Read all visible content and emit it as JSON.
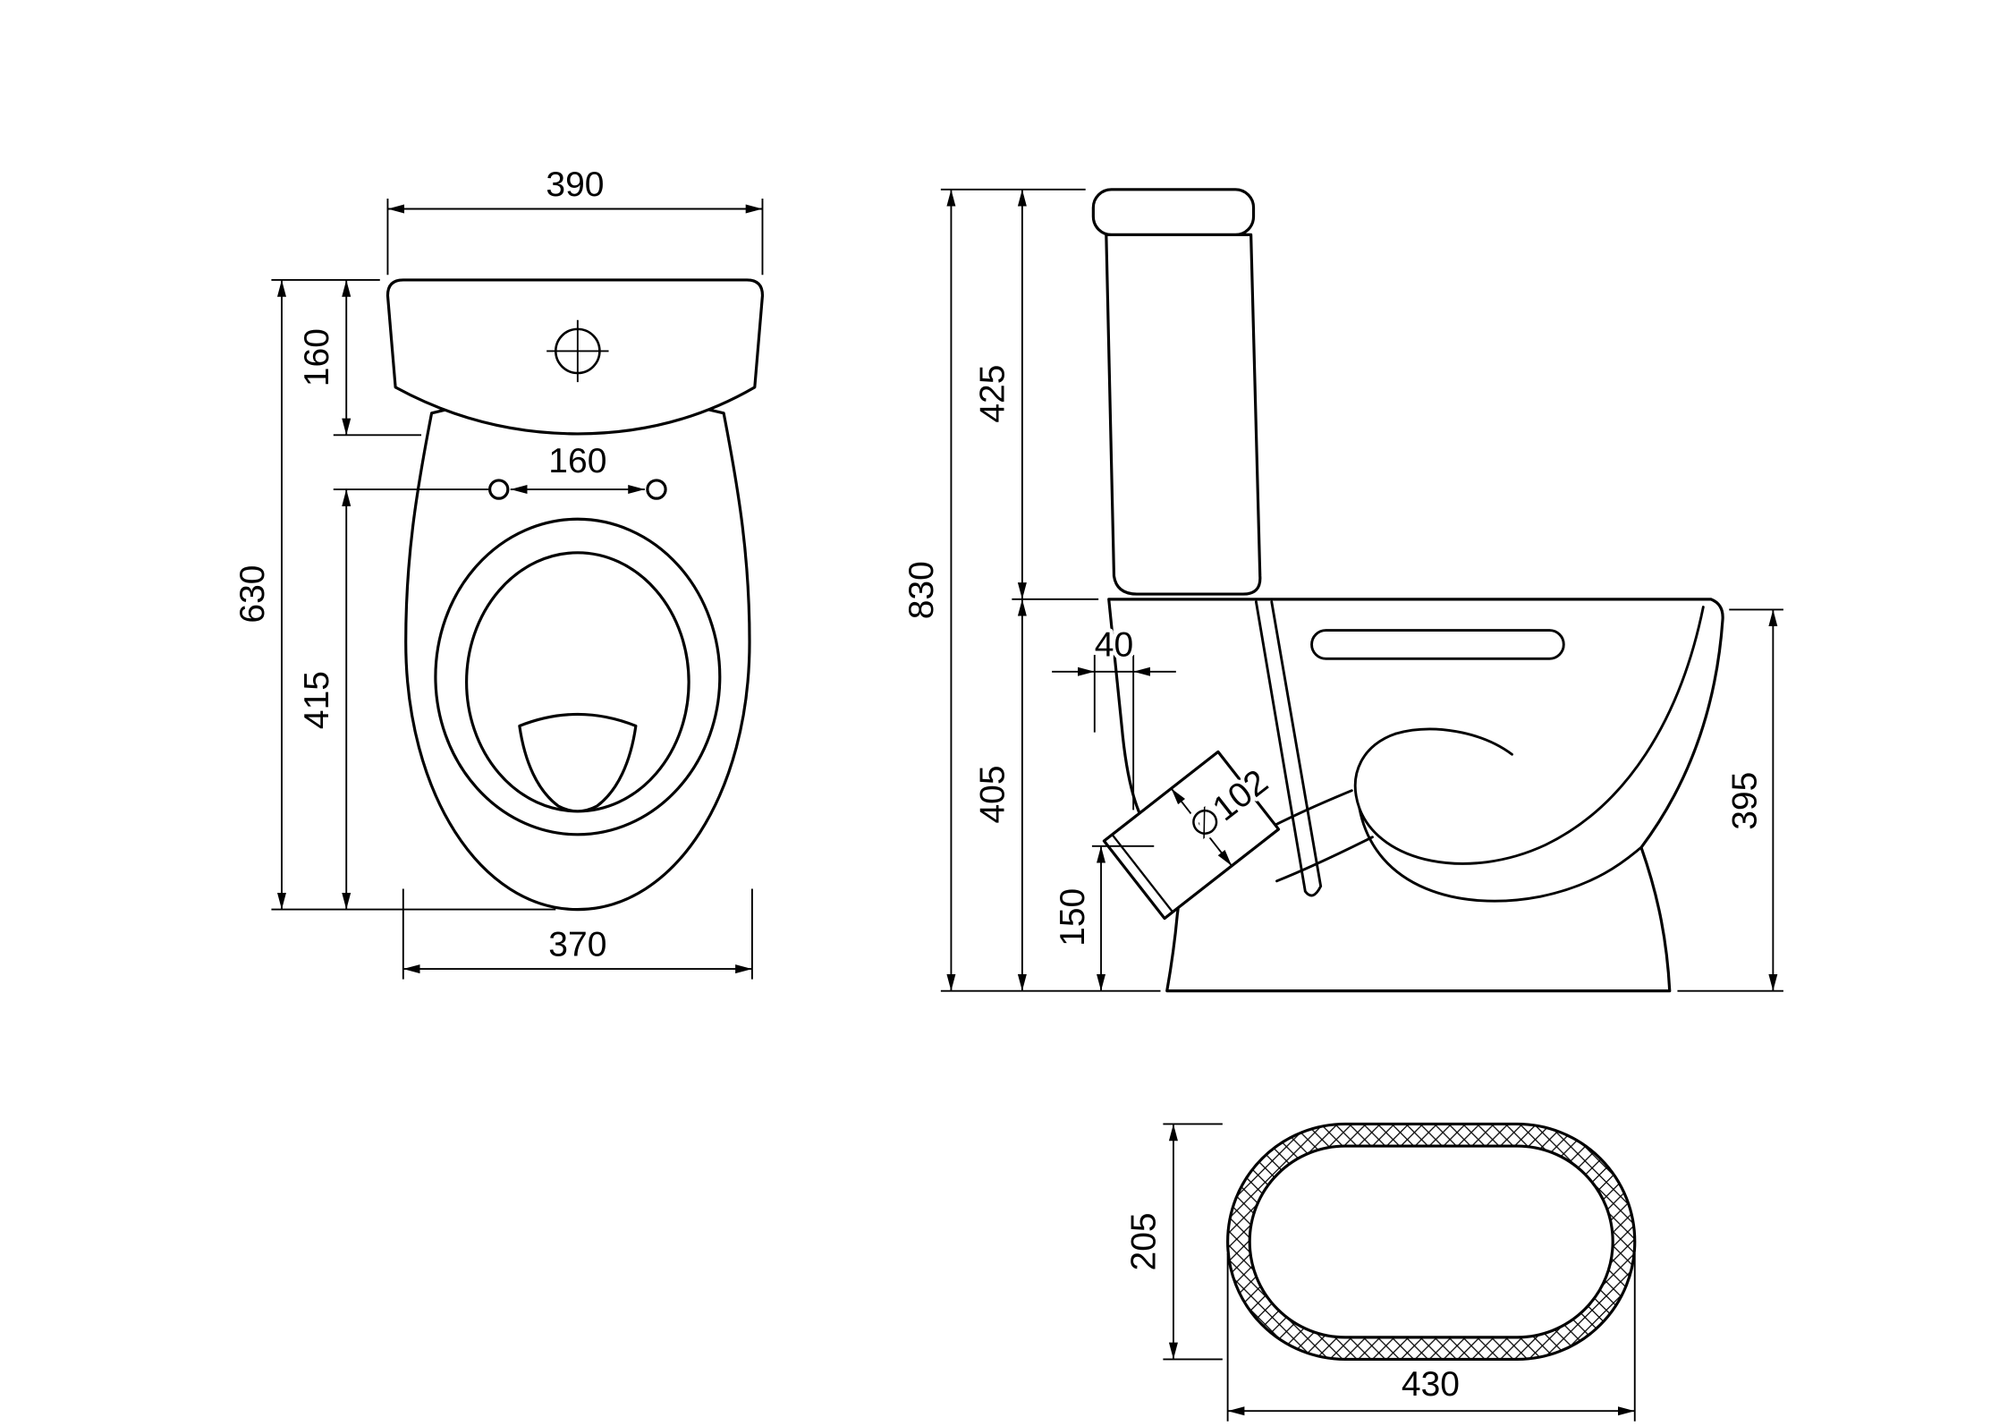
{
  "views": {
    "top": {
      "dims": {
        "tank_width": "390",
        "tank_depth": "160",
        "hinge_spacing": "160",
        "total_length": "630",
        "seat_length": "415",
        "bowl_width": "370"
      }
    },
    "side": {
      "dims": {
        "total_height": "830",
        "cistern_height": "425",
        "pan_height": "405",
        "outlet_offset": "40",
        "outlet_diameter": "∅102",
        "outlet_height": "150",
        "rim_height": "395"
      }
    },
    "bottom": {
      "dims": {
        "base_width": "205",
        "base_length": "430"
      }
    },
    "colors": {
      "line": "#000000",
      "background": "#ffffff"
    }
  }
}
